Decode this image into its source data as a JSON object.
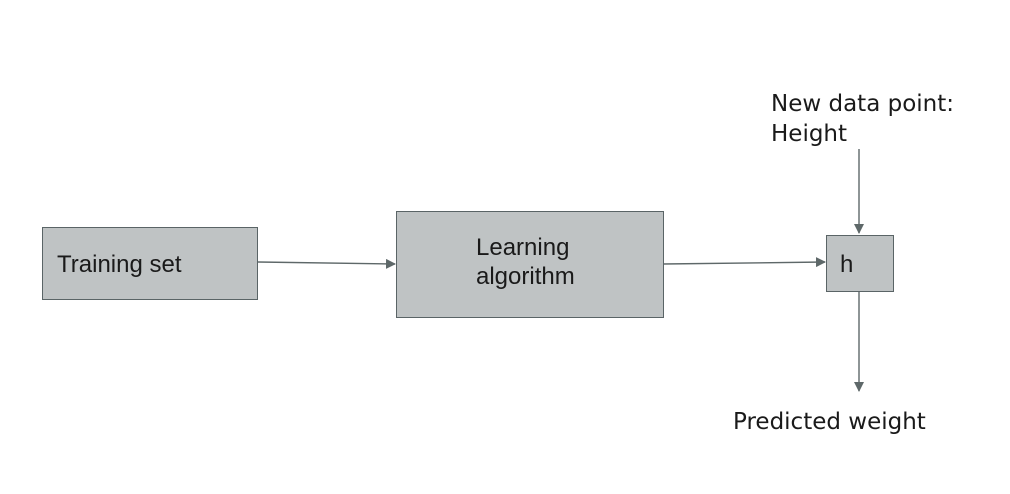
{
  "nodes": {
    "training_set": {
      "label": "Training set"
    },
    "learning_algorithm": {
      "line1": "Learning",
      "line2": "algorithm"
    },
    "hypothesis": {
      "label": "h"
    }
  },
  "labels": {
    "input": {
      "line1": "New data point:",
      "line2": "Height"
    },
    "output": {
      "label": "Predicted weight"
    }
  },
  "colors": {
    "node_fill": "#bfc3c4",
    "node_border": "#5a6466",
    "arrow": "#5e6869"
  }
}
